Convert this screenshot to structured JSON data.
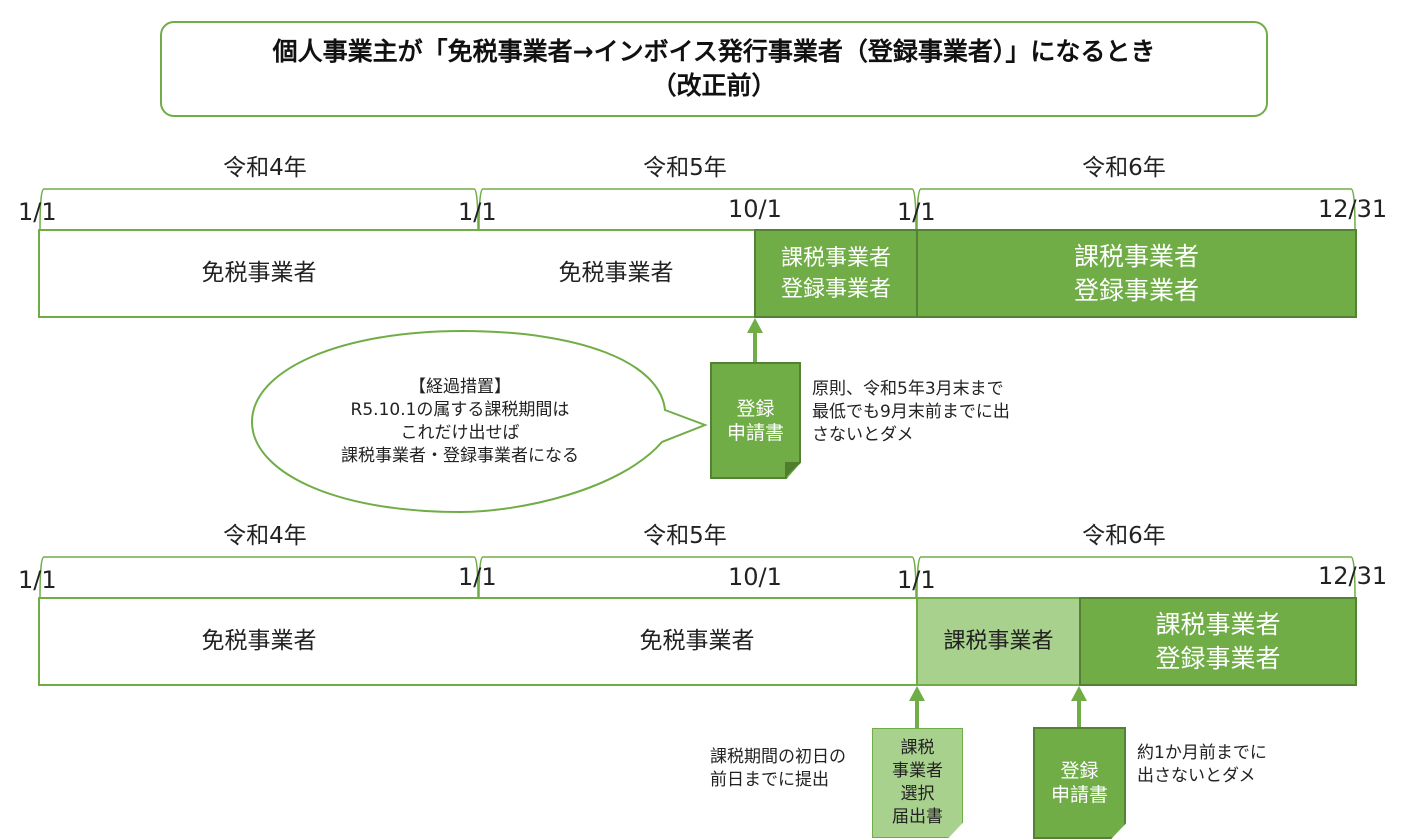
{
  "title": {
    "line1": "個人事業主が「免税事業者→インボイス発行事業者（登録事業者）」になるとき",
    "line2": "（改正前）"
  },
  "colors": {
    "accent": "#70ad47",
    "accent_dark": "#548235",
    "accent_light": "#a9d18e"
  },
  "timeline_top": {
    "years": [
      "令和4年",
      "令和5年",
      "令和6年"
    ],
    "dates": [
      "1/1",
      "1/1",
      "10/1",
      "1/1",
      "12/31"
    ],
    "segments": [
      {
        "label": "免税事業者",
        "style": "white"
      },
      {
        "label": "免税事業者",
        "style": "white"
      },
      {
        "label": "課税事業者\n登録事業者",
        "style": "dark"
      },
      {
        "label": "課税事業者\n登録事業者",
        "style": "dark"
      }
    ],
    "callout": {
      "lines": [
        "【経過措置】",
        "R5.10.1の属する課税期間は",
        "これだけ出せば",
        "課税事業者・登録事業者になる"
      ]
    },
    "document": {
      "label": "登録\n申請書"
    },
    "note": [
      "原則、令和5年3月末まで",
      "最低でも9月末前までに出",
      "さないとダメ"
    ]
  },
  "timeline_bottom": {
    "years": [
      "令和4年",
      "令和5年",
      "令和6年"
    ],
    "dates": [
      "1/1",
      "1/1",
      "10/1",
      "1/1",
      "12/31"
    ],
    "segments": [
      {
        "label": "免税事業者",
        "style": "white"
      },
      {
        "label": "免税事業者",
        "style": "white"
      },
      {
        "label": "課税事業者",
        "style": "light"
      },
      {
        "label": "課税事業者\n登録事業者",
        "style": "dark"
      }
    ],
    "document_1": {
      "label": "課税\n事業者\n選択\n届出書"
    },
    "note_1": [
      "課税期間の初日の",
      "前日までに提出"
    ],
    "document_2": {
      "label": "登録\n申請書"
    },
    "note_2": [
      "約1か月前までに",
      "出さないとダメ"
    ]
  }
}
